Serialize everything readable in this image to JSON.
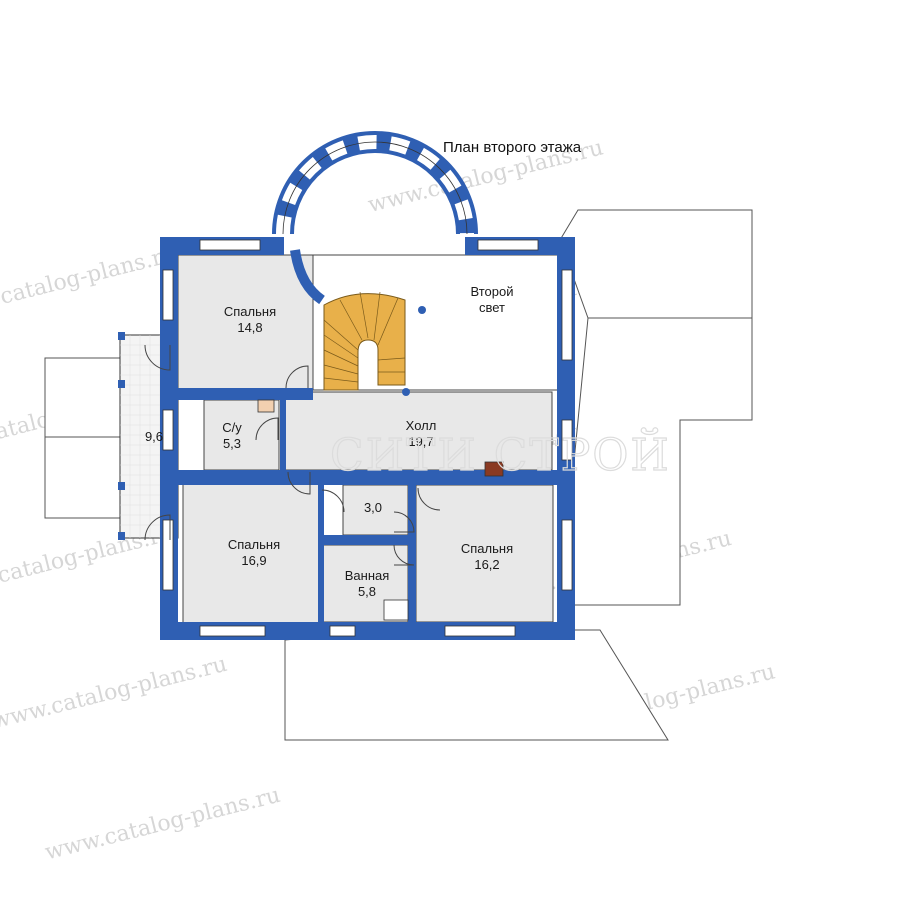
{
  "title": "План второго этажа",
  "watermark": "www.catalog-plans.ru",
  "watermark_logo": "СИТИ СТРОЙ",
  "colors": {
    "wall": "#2f5fb3",
    "floor": "#e8e8e8",
    "stair": "#e8b04a",
    "line": "#333333"
  },
  "rooms": [
    {
      "id": "bedroom-nw",
      "name": "Спальня",
      "area": "14,8"
    },
    {
      "id": "second-light",
      "name": "Второй",
      "name2": "свет"
    },
    {
      "id": "balcony",
      "area": "9,6"
    },
    {
      "id": "wc",
      "name": "С/у",
      "area": "5,3"
    },
    {
      "id": "hall",
      "name": "Холл",
      "area": "19,7"
    },
    {
      "id": "storage",
      "area": "3,0"
    },
    {
      "id": "bedroom-sw",
      "name": "Спальня",
      "area": "16,9"
    },
    {
      "id": "bedroom-se",
      "name": "Спальня",
      "area": "16,2"
    },
    {
      "id": "bathroom",
      "name": "Ванная",
      "area": "5,8"
    }
  ]
}
